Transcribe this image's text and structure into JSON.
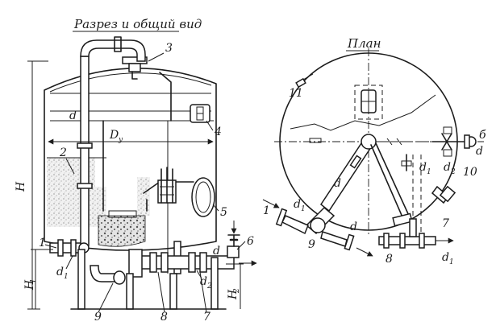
{
  "titles": {
    "section": "Разрез и общий вид",
    "plan": "План"
  },
  "labels": {
    "n1": "1",
    "n2": "2",
    "n3": "3",
    "n4": "4",
    "n5": "5",
    "n6": "6",
    "n7": "7",
    "n8": "8",
    "n9": "9",
    "n10": "10",
    "n11": "11",
    "d": "d",
    "d1": "d",
    "d1_sub": "1",
    "d2": "d",
    "d2_sub": "2",
    "dy": "D",
    "dy_sub": "y",
    "H": "H",
    "H1": "H",
    "H1_sub": "1",
    "H2": "H",
    "H2_sub": "2",
    "b": "б"
  },
  "colors": {
    "ink": "#1c1c1c",
    "paper": "#ffffff"
  }
}
